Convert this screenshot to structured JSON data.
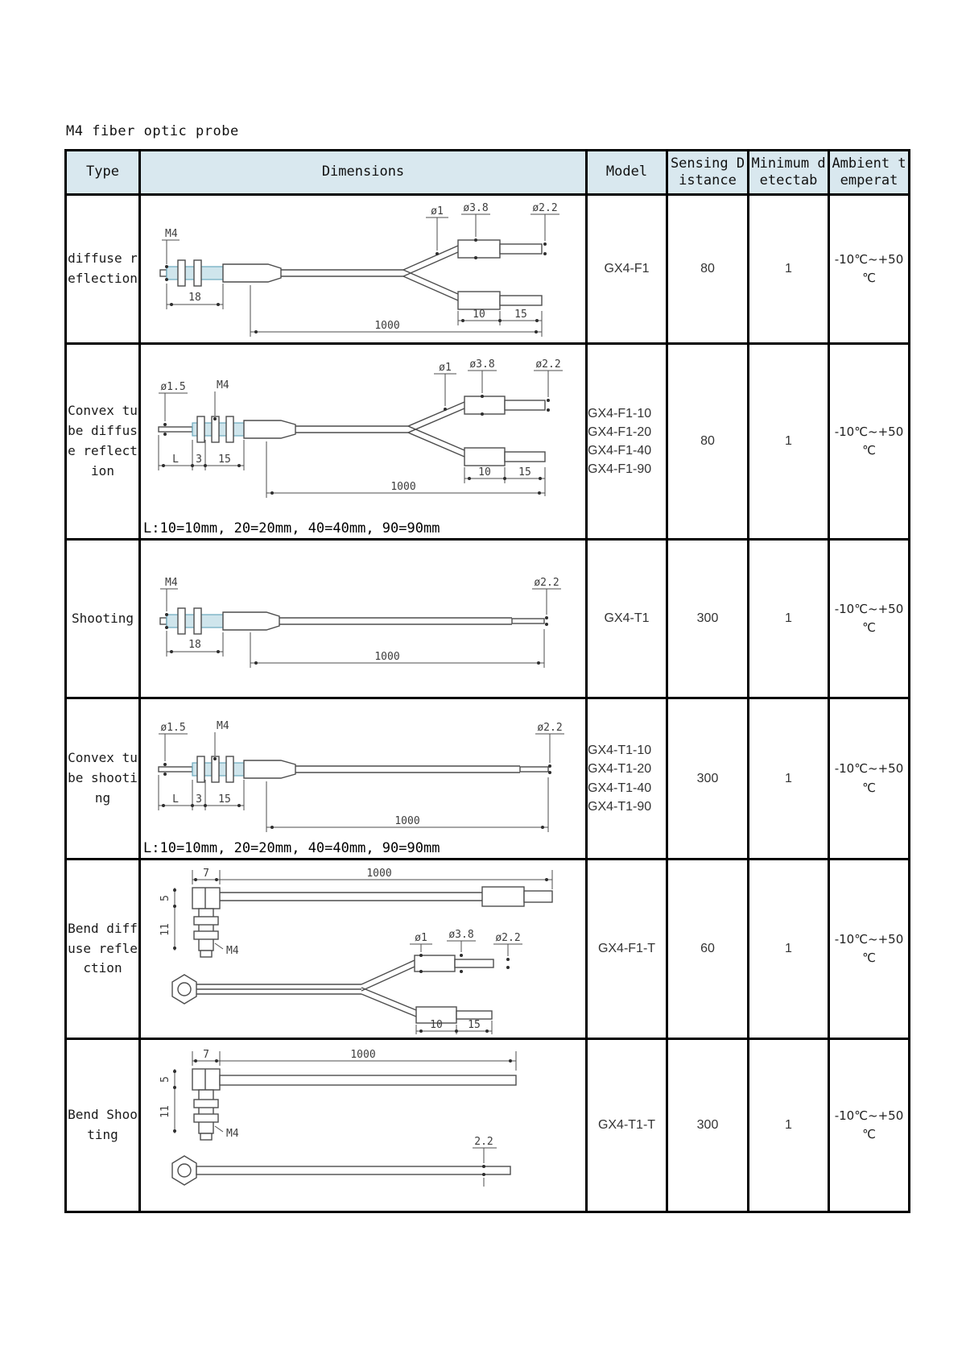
{
  "page": {
    "title": "M4 fiber optic probe"
  },
  "colors": {
    "header_bg": "#d9e8ef",
    "border": "#000000",
    "thread_fill": "#cfe5ec",
    "drawing_line": "#4d4d4d"
  },
  "table": {
    "headers": {
      "type": "Type",
      "dimensions": "Dimensions",
      "model": "Model",
      "sensing": "Sensing Distance",
      "minimum": "Minimum detectab",
      "ambient": "Ambient temperat"
    },
    "rows": [
      {
        "type": "diffuse reflection",
        "models": [
          "GX4-F1"
        ],
        "sensing": "80",
        "minimum": "1",
        "ambient": [
          "-10℃~+50",
          "℃"
        ],
        "drawing": {
          "m4": "M4",
          "len18": "18",
          "len1000": "1000",
          "dia1": "ø1",
          "dia38": "ø3.8",
          "dia22": "ø2.2",
          "len10": "10",
          "len15": "15"
        }
      },
      {
        "type": "Convex tube diffuse reflection",
        "models": [
          "GX4-F1-10",
          "GX4-F1-20",
          "GX4-F1-40",
          "GX4-F1-90"
        ],
        "sensing": "80",
        "minimum": "1",
        "ambient": [
          "-10℃~+50",
          "℃"
        ],
        "drawing": {
          "dia15": "ø1.5",
          "m4": "M4",
          "lenL": "L",
          "len3": "3",
          "len15": "15",
          "len1000": "1000",
          "dia1": "ø1",
          "dia38": "ø3.8",
          "dia22": "ø2.2",
          "len10": "10",
          "len15b": "15",
          "note": "L:10=10mm, 20=20mm, 40=40mm, 90=90mm"
        }
      },
      {
        "type": "Shooting",
        "models": [
          "GX4-T1"
        ],
        "sensing": "300",
        "minimum": "1",
        "ambient": [
          "-10℃~+50",
          "℃"
        ],
        "drawing": {
          "m4": "M4",
          "len18": "18",
          "len1000": "1000",
          "dia22": "ø2.2"
        }
      },
      {
        "type": "Convex tube shooting",
        "models": [
          "GX4-T1-10",
          "GX4-T1-20",
          "GX4-T1-40",
          "GX4-T1-90"
        ],
        "sensing": "300",
        "minimum": "1",
        "ambient": [
          "-10℃~+50",
          "℃"
        ],
        "drawing": {
          "dia15": "ø1.5",
          "m4": "M4",
          "lenL": "L",
          "len3": "3",
          "len15": "15",
          "len1000": "1000",
          "dia22": "ø2.2",
          "note": "L:10=10mm, 20=20mm, 40=40mm, 90=90mm"
        }
      },
      {
        "type": "Bend diffuse reflection",
        "models": [
          "GX4-F1-T"
        ],
        "sensing": "60",
        "minimum": "1",
        "ambient": [
          "-10℃~+50",
          "℃"
        ],
        "drawing": {
          "len7": "7",
          "len1000": "1000",
          "len5": "5",
          "len11": "11",
          "m4": "M4",
          "dia1": "ø1",
          "dia38": "ø3.8",
          "dia22": "ø2.2",
          "len10": "10",
          "len15": "15"
        }
      },
      {
        "type": "Bend Shooting",
        "models": [
          "GX4-T1-T"
        ],
        "sensing": "300",
        "minimum": "1",
        "ambient": [
          "-10℃~+50",
          "℃"
        ],
        "drawing": {
          "len7": "7",
          "len1000": "1000",
          "len5": "5",
          "len11": "11",
          "m4": "M4",
          "dia22": "2.2"
        }
      }
    ]
  }
}
